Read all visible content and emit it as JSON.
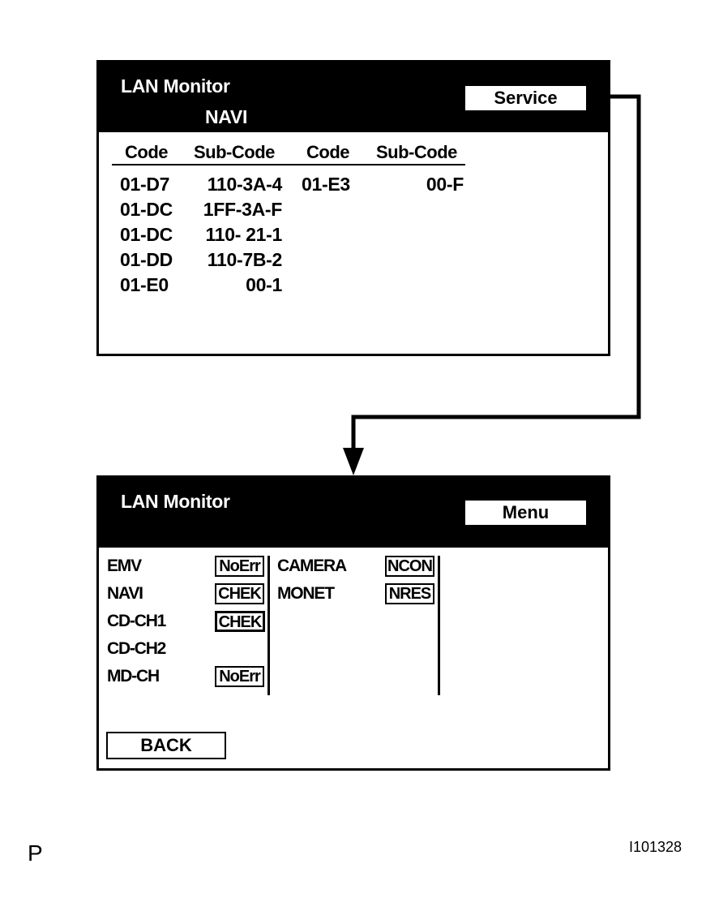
{
  "navi_screen": {
    "title": "LAN Monitor",
    "subtitle": "NAVI",
    "service_button": "Service",
    "columns": [
      "Code",
      "Sub-Code",
      "Code",
      "Sub-Code"
    ],
    "rows": [
      {
        "code1": "01-D7",
        "sub1": "110-3A-4",
        "code2": "01-E3",
        "sub2": "00-F"
      },
      {
        "code1": "01-DC",
        "sub1": "1FF-3A-F",
        "code2": "",
        "sub2": ""
      },
      {
        "code1": "01-DC",
        "sub1": "110- 21-1",
        "code2": "",
        "sub2": ""
      },
      {
        "code1": "01-DD",
        "sub1": "110-7B-2",
        "code2": "",
        "sub2": ""
      },
      {
        "code1": "01-E0",
        "sub1": "00-1",
        "code2": "",
        "sub2": ""
      }
    ]
  },
  "menu_screen": {
    "title": "LAN Monitor",
    "menu_button": "Menu",
    "left_items": [
      {
        "label": "EMV",
        "status": "NoErr"
      },
      {
        "label": "NAVI",
        "status": "CHEK"
      },
      {
        "label": "CD-CH1",
        "status": "CHEK"
      },
      {
        "label": "CD-CH2",
        "status": ""
      },
      {
        "label": "MD-CH",
        "status": "NoErr"
      }
    ],
    "right_items": [
      {
        "label": "CAMERA",
        "status": "NCON"
      },
      {
        "label": "MONET",
        "status": "NRES"
      }
    ],
    "back_button": "BACK"
  },
  "footer": {
    "left_mark": "P",
    "figure_id": "I101328"
  }
}
